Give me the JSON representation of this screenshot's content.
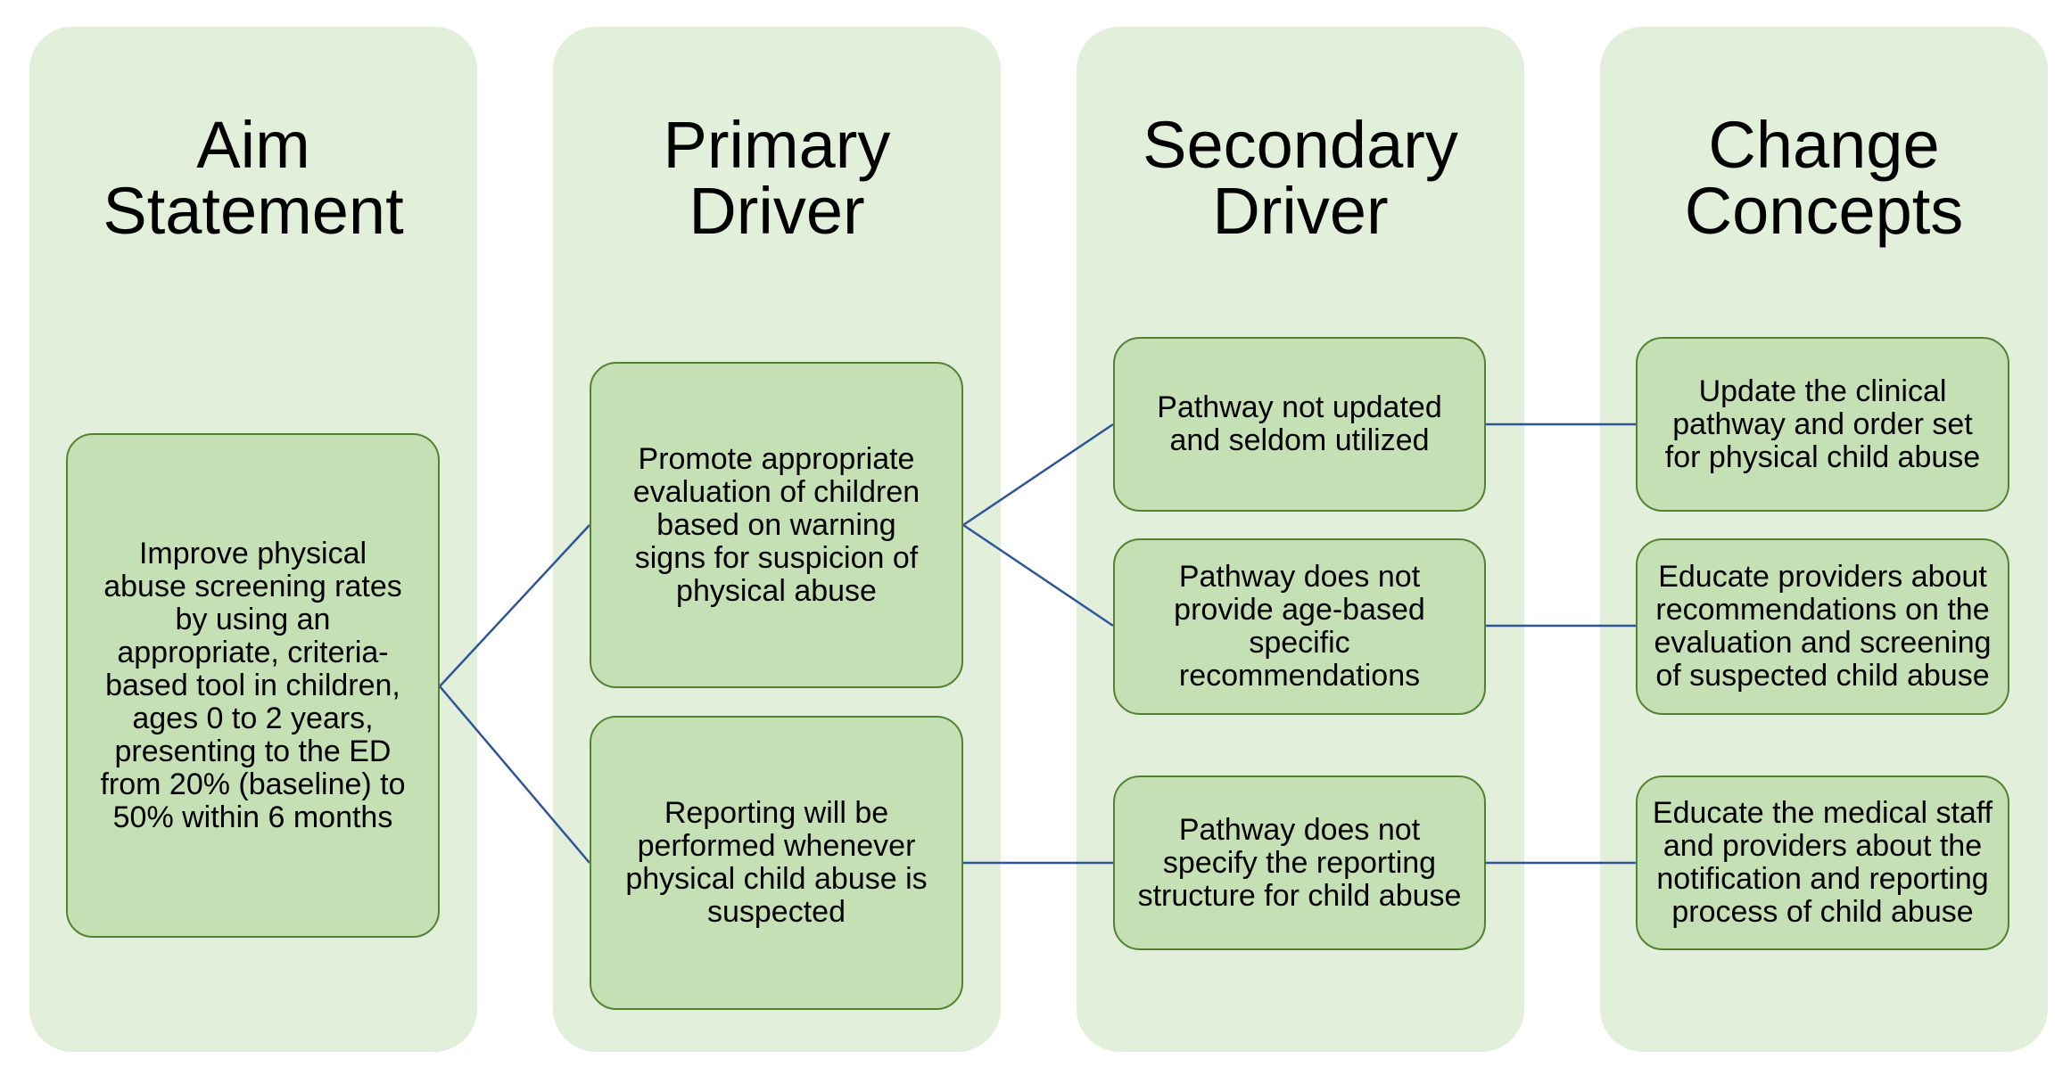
{
  "columns": [
    {
      "title_line1": "Aim",
      "title_line2": "Statement"
    },
    {
      "title_line1": "Primary",
      "title_line2": "Driver"
    },
    {
      "title_line1": "Secondary",
      "title_line2": "Driver"
    },
    {
      "title_line1": "Change",
      "title_line2": "Concepts"
    }
  ],
  "aim": {
    "text": "Improve physical\nabuse screening rates\nby using an\nappropriate, criteria-\nbased tool in children,\nages 0 to 2 years,\npresenting to the ED\nfrom 20% (baseline) to\n50% within 6 months"
  },
  "primary_drivers": [
    {
      "text": "Promote appropriate\nevaluation of children\nbased on warning\nsigns for suspicion of\nphysical abuse"
    },
    {
      "text": "Reporting will be\nperformed whenever\nphysical child abuse is\nsuspected"
    }
  ],
  "secondary_drivers": [
    {
      "text": "Pathway not updated\nand seldom utilized"
    },
    {
      "text": "Pathway does not\nprovide age-based\nspecific\nrecommendations"
    },
    {
      "text": "Pathway does not\nspecify the reporting\nstructure for child abuse"
    }
  ],
  "change_concepts": [
    {
      "text": "Update the clinical\npathway and order set\nfor physical child abuse"
    },
    {
      "text": "Educate providers about\nrecommendations on the\nevaluation and screening\nof suspected child abuse"
    },
    {
      "text": "Educate the medical staff\nand providers about the\nnotification and reporting\nprocess of child abuse"
    }
  ],
  "colors": {
    "column_background": "#e2efda",
    "node_fill": "#c5e0b4",
    "node_border": "#548235",
    "connector": "#2f5597"
  }
}
